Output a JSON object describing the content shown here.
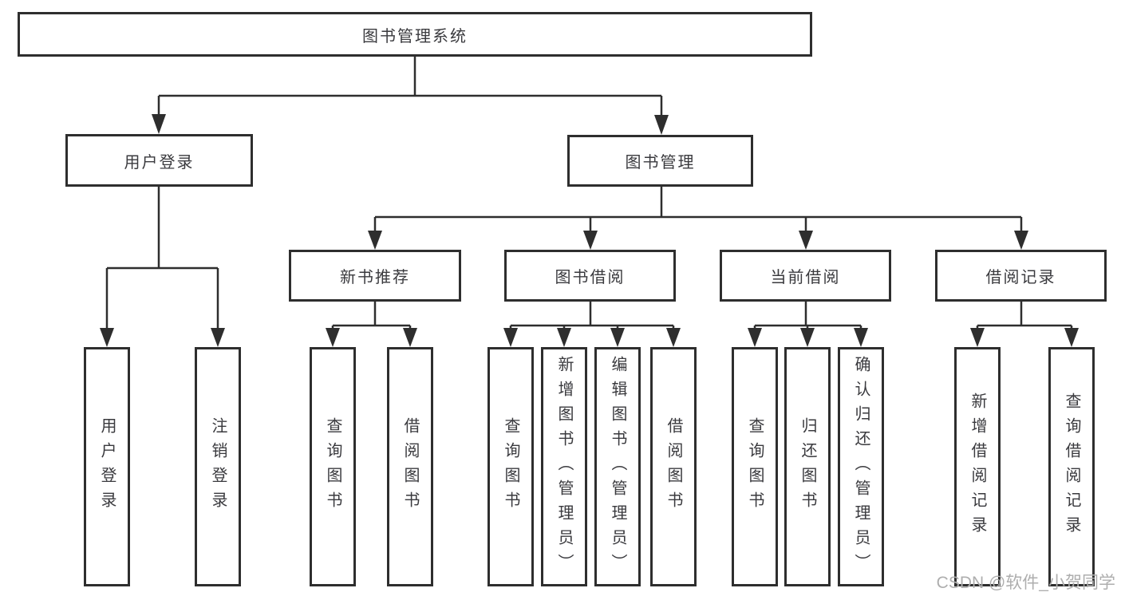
{
  "diagram": {
    "type": "hierarchy-tree",
    "title": "图书管理系统",
    "colors": {
      "line": "#2e2e2e",
      "box_border": "#2e2e2e",
      "text": "#3a3a3e",
      "background": "#ffffff",
      "watermark": "#aeaeae"
    }
  },
  "tree": {
    "label": "图书管理系统",
    "children": [
      {
        "label": "用户登录",
        "children": [
          {
            "label": "用户登录"
          },
          {
            "label": "注销登录"
          }
        ]
      },
      {
        "label": "图书管理",
        "children": [
          {
            "label": "新书推荐",
            "children": [
              {
                "label": "查询图书"
              },
              {
                "label": "借阅图书"
              }
            ]
          },
          {
            "label": "图书借阅",
            "children": [
              {
                "label": "查询图书"
              },
              {
                "label": "新增图书（管理员）"
              },
              {
                "label": "编辑图书（管理员）"
              },
              {
                "label": "借阅图书"
              }
            ]
          },
          {
            "label": "当前借阅",
            "children": [
              {
                "label": "查询图书"
              },
              {
                "label": "归还图书"
              },
              {
                "label": "确认归还（管理员）"
              }
            ]
          },
          {
            "label": "借阅记录",
            "children": [
              {
                "label": "新增借阅记录"
              },
              {
                "label": "查询借阅记录"
              }
            ]
          }
        ]
      }
    ]
  },
  "watermark": {
    "text": "CSDN @软件_小贺同学"
  }
}
